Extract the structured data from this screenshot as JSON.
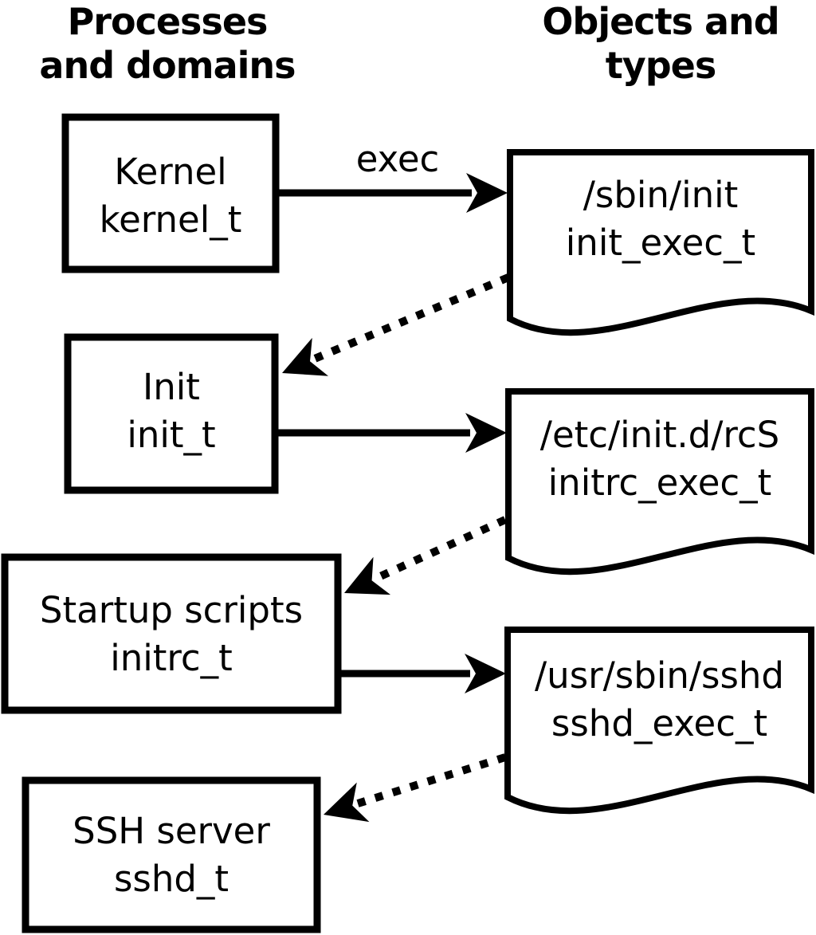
{
  "colors": {
    "foreground": "#000000",
    "background": "#ffffff"
  },
  "columns": {
    "left_header": "Processes\nand domains",
    "right_header": "Objects and\ntypes"
  },
  "processes": [
    {
      "name": "Kernel",
      "domain": "kernel_t"
    },
    {
      "name": "Init",
      "domain": "init_t"
    },
    {
      "name": "Startup scripts",
      "domain": "initrc_t"
    },
    {
      "name": "SSH server",
      "domain": "sshd_t"
    }
  ],
  "objects": [
    {
      "path": "/sbin/init",
      "type": "init_exec_t"
    },
    {
      "path": "/etc/init.d/rcS",
      "type": "initrc_exec_t"
    },
    {
      "path": "/usr/sbin/sshd",
      "type": "sshd_exec_t"
    }
  ],
  "transitions": {
    "exec_label": "exec",
    "solid_exec_arrows": [
      {
        "from": "kernel_t",
        "to": "init_exec_t",
        "label": "exec"
      },
      {
        "from": "init_t",
        "to": "initrc_exec_t",
        "label": ""
      },
      {
        "from": "initrc_t",
        "to": "sshd_exec_t",
        "label": ""
      }
    ],
    "dotted_transition_arrows": [
      {
        "from": "init_exec_t",
        "to": "init_t"
      },
      {
        "from": "initrc_exec_t",
        "to": "initrc_t"
      },
      {
        "from": "sshd_exec_t",
        "to": "sshd_t"
      }
    ]
  }
}
